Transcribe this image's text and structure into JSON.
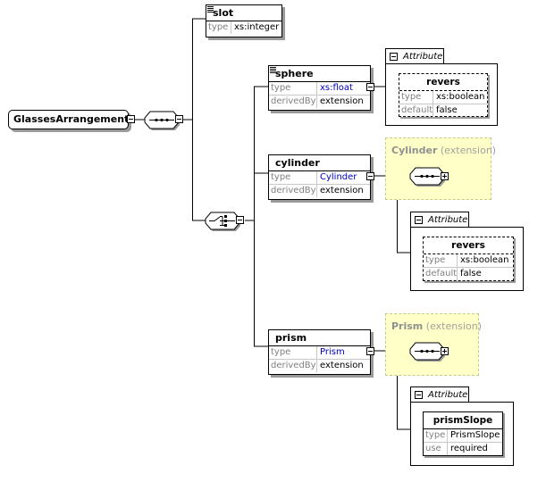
{
  "root": {
    "name": "GlassesArrangement"
  },
  "slot": {
    "name": "slot",
    "props": [
      {
        "key": "type",
        "value": "xs:integer"
      }
    ]
  },
  "sphere": {
    "name": "sphere",
    "props": [
      {
        "key": "type",
        "value": "xs:float"
      },
      {
        "key": "derivedBy",
        "value": "extension"
      }
    ],
    "attribute_label": "Attribute",
    "attribute": {
      "name": "revers",
      "props": [
        {
          "key": "type",
          "value": "xs:boolean"
        },
        {
          "key": "default",
          "value": "false"
        }
      ]
    }
  },
  "cylinder": {
    "name": "cylinder",
    "props": [
      {
        "key": "type",
        "value": "Cylinder"
      },
      {
        "key": "derivedBy",
        "value": "extension"
      }
    ],
    "extension": {
      "name": "Cylinder",
      "suffix": "(extension)"
    },
    "attribute_label": "Attribute",
    "attribute": {
      "name": "revers",
      "props": [
        {
          "key": "type",
          "value": "xs:boolean"
        },
        {
          "key": "default",
          "value": "false"
        }
      ]
    }
  },
  "prism": {
    "name": "prism",
    "props": [
      {
        "key": "type",
        "value": "Prism"
      },
      {
        "key": "derivedBy",
        "value": "extension"
      }
    ],
    "extension": {
      "name": "Prism",
      "suffix": "(extension)"
    },
    "attribute_label": "Attribute",
    "attribute": {
      "name": "prismSlope",
      "props": [
        {
          "key": "type",
          "value": "PrismSlope"
        },
        {
          "key": "use",
          "value": "required"
        }
      ]
    }
  }
}
